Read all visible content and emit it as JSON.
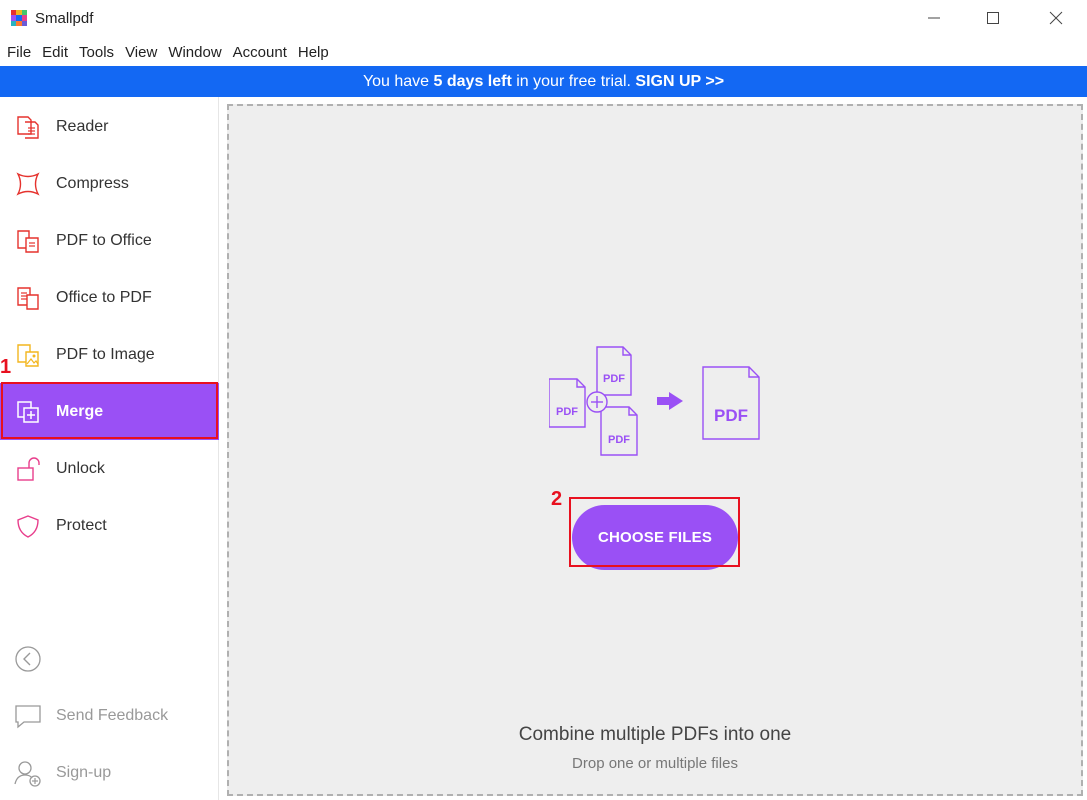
{
  "window": {
    "title": "Smallpdf"
  },
  "menu": [
    "File",
    "Edit",
    "Tools",
    "View",
    "Window",
    "Account",
    "Help"
  ],
  "banner": {
    "prefix": "You have ",
    "days": "5 days left",
    "middle": " in your free trial. ",
    "signup": "SIGN UP >>"
  },
  "sidebar": {
    "items": [
      {
        "label": "Reader",
        "icon": "reader-icon"
      },
      {
        "label": "Compress",
        "icon": "compress-icon"
      },
      {
        "label": "PDF to Office",
        "icon": "pdf-to-office-icon"
      },
      {
        "label": "Office to PDF",
        "icon": "office-to-pdf-icon"
      },
      {
        "label": "PDF to Image",
        "icon": "pdf-to-image-icon"
      },
      {
        "label": "Merge",
        "icon": "merge-icon",
        "active": true
      },
      {
        "label": "Unlock",
        "icon": "unlock-icon"
      },
      {
        "label": "Protect",
        "icon": "protect-icon"
      }
    ],
    "send_feedback": "Send Feedback",
    "sign_up": "Sign-up"
  },
  "main": {
    "illustration": {
      "file_label": "PDF",
      "result_label": "PDF"
    },
    "choose_files": "CHOOSE FILES",
    "title": "Combine multiple PDFs into one",
    "subtitle": "Drop one or multiple files"
  },
  "annotations": {
    "marker_1": "1",
    "marker_2": "2"
  },
  "colors": {
    "accent": "#9a50f5",
    "banner": "#1368f3",
    "annotation": "#e8101f",
    "tool_red": "#e5322d",
    "tool_yellow": "#f3b61f",
    "tool_pink": "#e83e8c"
  }
}
